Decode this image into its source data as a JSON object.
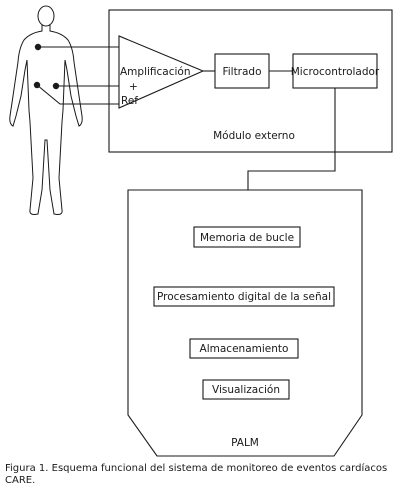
{
  "external_module": {
    "amplification_label": "Amplificación",
    "plus_label": "+",
    "ref_label": "Ref",
    "filter_label": "Filtrado",
    "microcontroller_label": "Microcontrolador",
    "module_label": "Módulo externo"
  },
  "palm": {
    "loop_memory_label": "Memoria de bucle",
    "dsp_label": "Procesamiento digital de la señal",
    "storage_label": "Almacenamiento",
    "display_label": "Visualización",
    "device_label": "PALM"
  },
  "caption": "Figura 1. Esquema funcional del sistema de monitoreo de eventos cardíacos CARE."
}
